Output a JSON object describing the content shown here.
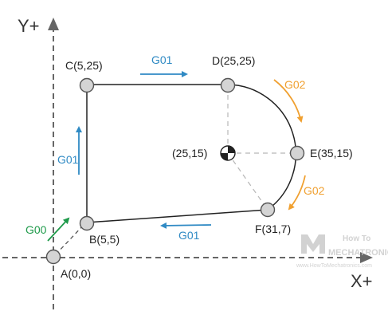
{
  "axes": {
    "y_label": "Y+",
    "x_label": "X+"
  },
  "points": {
    "A": {
      "label": "A(0,0)",
      "x": 0,
      "y": 0
    },
    "B": {
      "label": "B(5,5)",
      "x": 5,
      "y": 5
    },
    "C": {
      "label": "C(5,25)",
      "x": 5,
      "y": 25
    },
    "D": {
      "label": "D(25,25)",
      "x": 25,
      "y": 25
    },
    "E": {
      "label": "E(35,15)",
      "x": 35,
      "y": 15
    },
    "F": {
      "label": "F(31,7)",
      "x": 31,
      "y": 7
    },
    "center": {
      "label": "(25,15)",
      "x": 25,
      "y": 15
    }
  },
  "gcodes": {
    "a_to_b": "G00",
    "b_to_c": "G01",
    "c_to_d": "G01",
    "d_to_e": "G02",
    "e_to_f": "G02",
    "f_to_b": "G01"
  },
  "logo": {
    "line1": "How To",
    "line2": "MECHATRONICS",
    "url": "www.HowToMechatronics.com"
  },
  "colors": {
    "g00": "#1e9a4a",
    "g01": "#2f8ac4",
    "g02": "#f0a030",
    "path": "#222222",
    "axis": "#666666",
    "dashed": "#b8b8b8",
    "point_fill": "#d4d4d4",
    "point_stroke": "#555555",
    "logo": "#c4c4c4"
  }
}
